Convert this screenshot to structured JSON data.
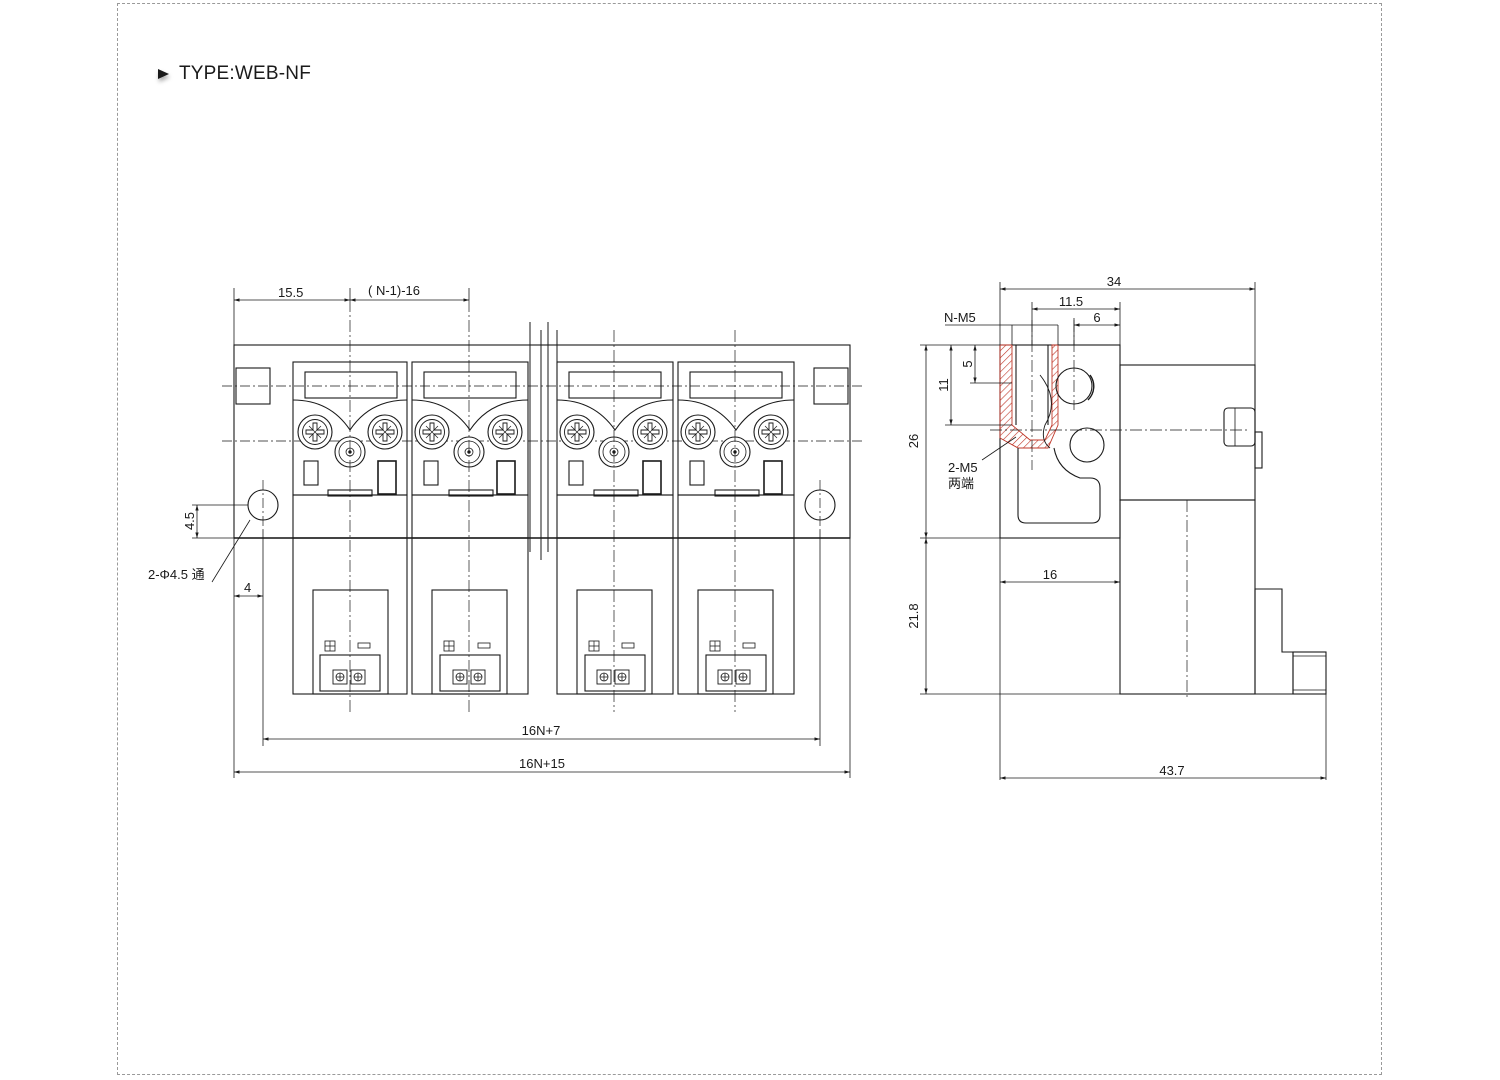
{
  "title": "TYPE:WEB-NF",
  "front_view": {
    "dim_pitch_left": "15.5",
    "dim_pitch_n": "( N-1)-16",
    "dim_hole_height": "4.5",
    "dim_hole_label": "2-Φ4.5 通",
    "dim_hole_offset": "4",
    "dim_inner_length": "16N+7",
    "dim_total_length": "16N+15"
  },
  "side_view": {
    "dim_width": "34",
    "dim_11_5": "11.5",
    "dim_6": "6",
    "port_label": "N-M5",
    "dim_5": "5",
    "dim_11": "11",
    "dim_26": "26",
    "end_port_label": "2-M5",
    "end_port_note": "两端",
    "dim_16": "16",
    "dim_21_8": "21.8",
    "dim_43_7": "43.7"
  },
  "colors": {
    "line": "#1a1a1a",
    "hatch": "#c0392b",
    "frame": "#9a9a9a"
  }
}
